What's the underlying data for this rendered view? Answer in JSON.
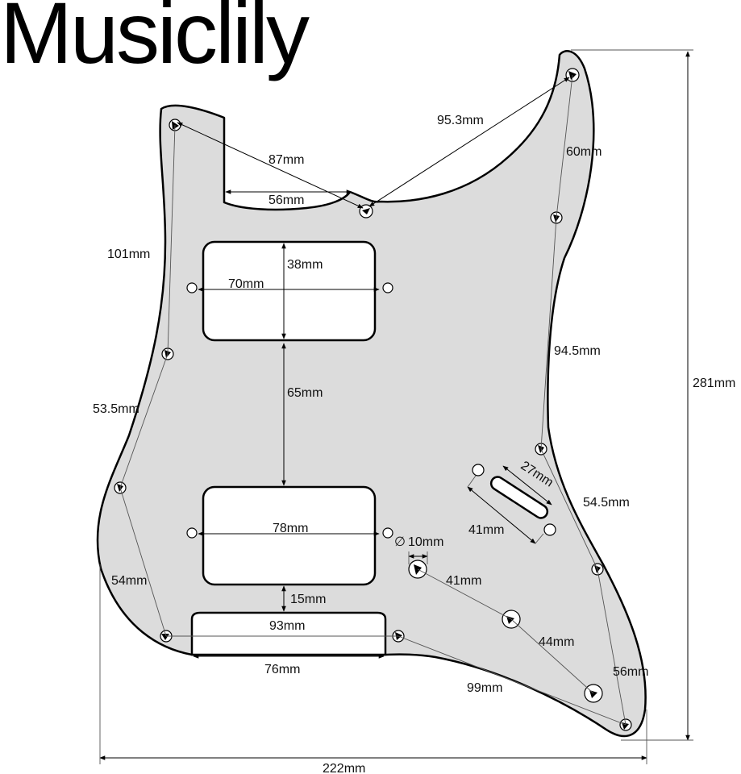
{
  "brand": "Musiclily",
  "dimensions": {
    "d87": "87mm",
    "d95_3": "95.3mm",
    "d56_top": "56mm",
    "d60": "60mm",
    "d101": "101mm",
    "d38": "38mm",
    "d70": "70mm",
    "d65": "65mm",
    "d94_5": "94.5mm",
    "d53_5": "53.5mm",
    "d27": "27mm",
    "d54_5": "54.5mm",
    "d41_slot": "41mm",
    "d78": "78mm",
    "d10": "10mm",
    "d54": "54mm",
    "d41_jack": "41mm",
    "d15": "15mm",
    "d93": "93mm",
    "d44": "44mm",
    "d56_right": "56mm",
    "d76": "76mm",
    "d99": "99mm",
    "d281": "281mm",
    "d222": "222mm"
  },
  "diameter_symbol": "∅"
}
